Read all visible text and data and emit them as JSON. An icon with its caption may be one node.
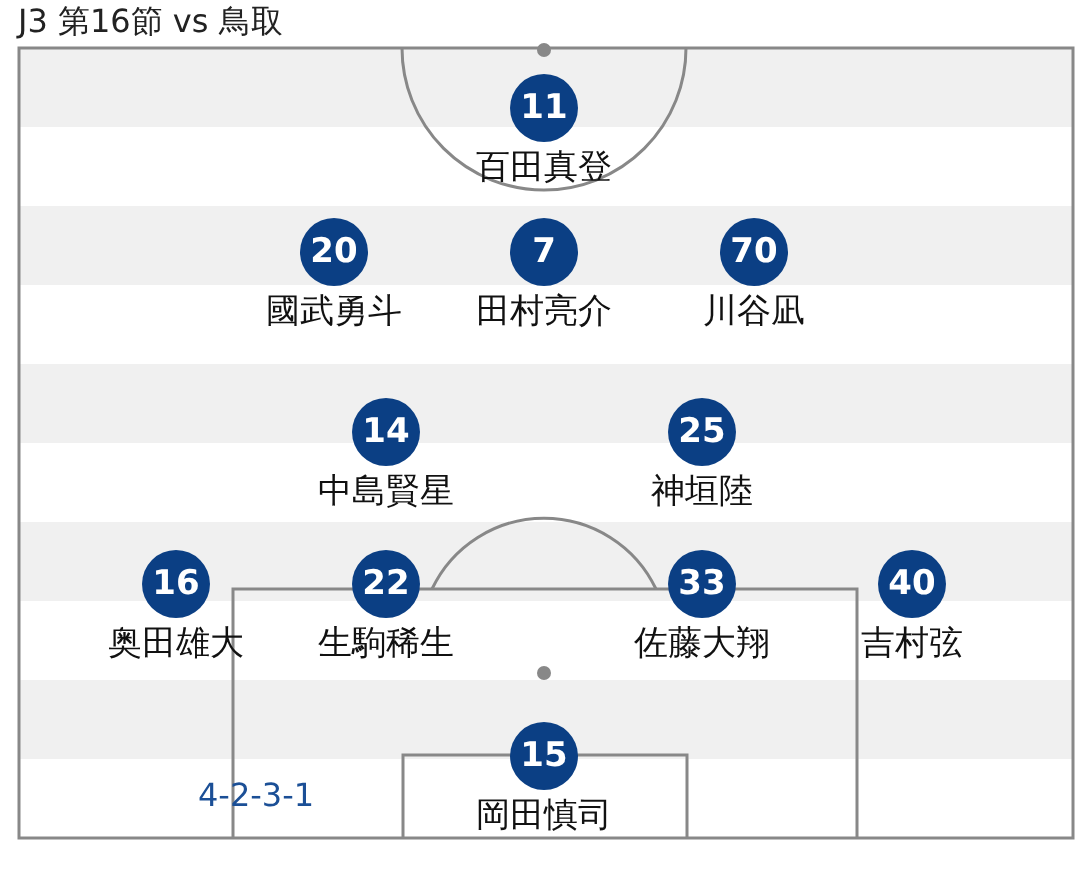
{
  "diagram": {
    "title": "J3 第16節 vs 鳥取",
    "nodes": [
      {
        "text": [
          "11",
          "百田真登"
        ]
      },
      {
        "text": [
          "20",
          "國武勇斗"
        ]
      },
      {
        "text": [
          "7",
          "田村亮介"
        ]
      },
      {
        "text": [
          "70",
          "川谷凪"
        ]
      },
      {
        "text": [
          "14",
          "中島賢星"
        ]
      },
      {
        "text": [
          "25",
          "神垣陸"
        ]
      },
      {
        "text": [
          "16",
          "奥田雄大"
        ]
      },
      {
        "text": [
          "22",
          "生駒稀生"
        ]
      },
      {
        "text": [
          "33",
          "佐藤大翔"
        ]
      },
      {
        "text": [
          "40",
          "吉村弦"
        ]
      },
      {
        "text": [
          "15",
          "岡田慎司"
        ]
      }
    ],
    "labels": [
      "4-2-3-1"
    ]
  }
}
